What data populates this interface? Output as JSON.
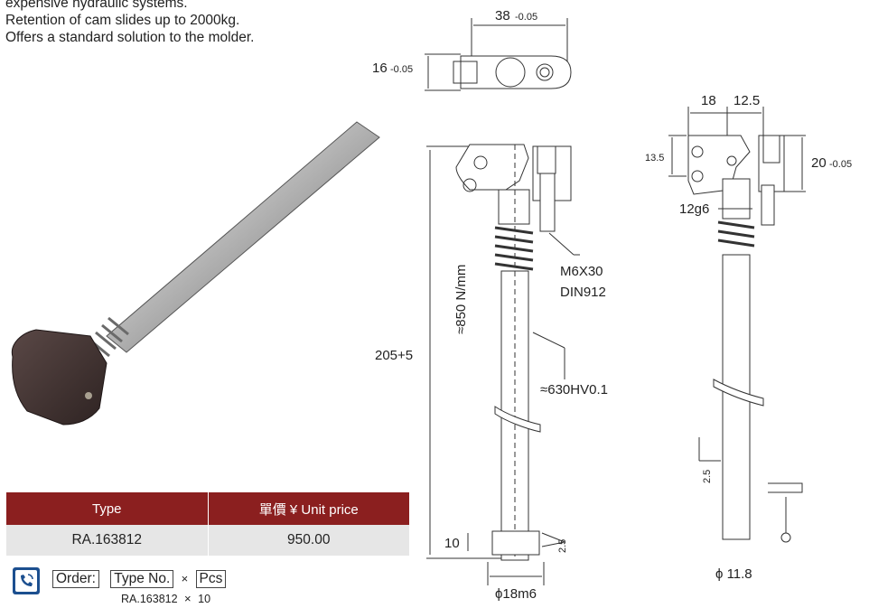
{
  "intro": {
    "lines": [
      "expensive hydraulic systems.",
      "Retention of cam slides up to 2000kg.",
      "Offers a standard solution to the molder."
    ]
  },
  "table": {
    "headers": [
      "Type",
      "單價 ¥ Unit price"
    ],
    "rows": [
      [
        "RA.163812",
        "950.00"
      ]
    ],
    "header_color": "#8b1f1f"
  },
  "order": {
    "order_label": "Order:",
    "type_no_label": "Type No.",
    "times": "×",
    "pcs_label": "Pcs",
    "sample_type": "RA.163812",
    "sample_qty": "10",
    "icon": "phone-icon"
  },
  "drawing": {
    "top_width": "38",
    "top_width_tol": "-0.05",
    "top_height": "16",
    "top_height_tol": "-0.05",
    "total_length": "205+5",
    "spring_rate": "≈850 N/mm",
    "screw_size": "M6X30",
    "screw_std": "DIN912",
    "hardness": "≈630HV0.1",
    "shaft_end": "10",
    "chamfer": "2.5",
    "shaft_diameter": "ϕ18m6",
    "side_width_a": "18",
    "side_width_b": "12.5",
    "side_height": "13.5",
    "side_total": "20",
    "side_total_tol": "-0.05",
    "side_bore": "12g6",
    "side_chamfer": "2.5",
    "side_diameter": "ϕ 11.8"
  }
}
